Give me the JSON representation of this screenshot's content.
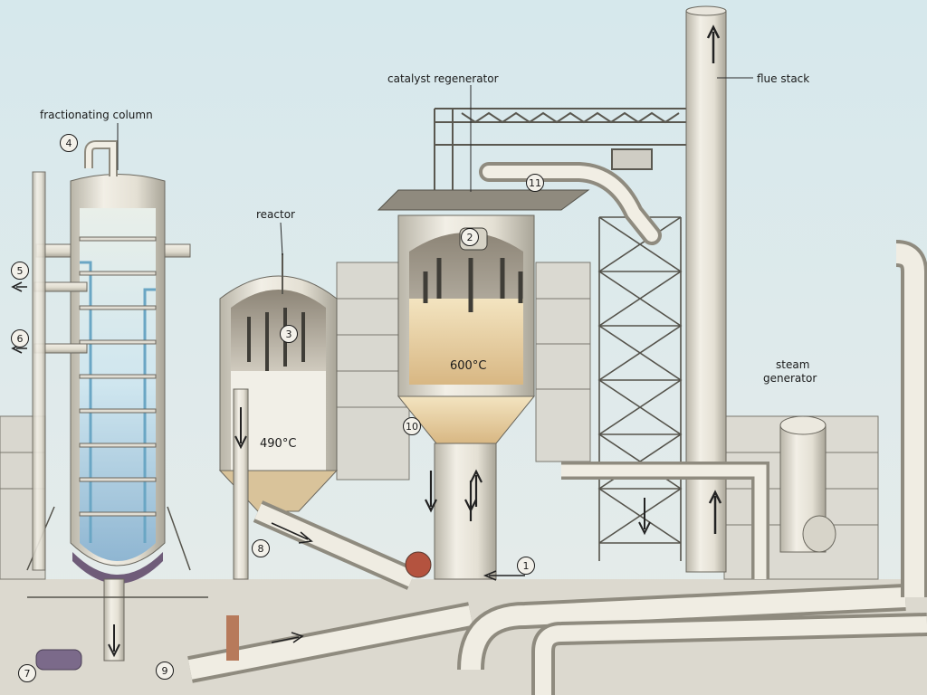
{
  "labels": {
    "fractionating_column": "fractionating column",
    "reactor": "reactor",
    "catalyst_regenerator": "catalyst regenerator",
    "flue_stack": "flue stack",
    "steam_generator_line1": "steam",
    "steam_generator_line2": "generator"
  },
  "temperatures": {
    "reactor": "490°C",
    "regenerator": "600°C"
  },
  "markers": [
    "4",
    "5",
    "6",
    "3",
    "7",
    "8",
    "9",
    "10",
    "11",
    "1",
    "2"
  ],
  "colors": {
    "sky": "#cfe3e6",
    "metal": "#e9e6dc",
    "metal_shadow": "#b9b5a8",
    "catalyst": "#e9d3a3",
    "column_interior": "#cfe6ef",
    "tray_pipes": "#6aa6c4",
    "outline": "#4a4a4a"
  }
}
